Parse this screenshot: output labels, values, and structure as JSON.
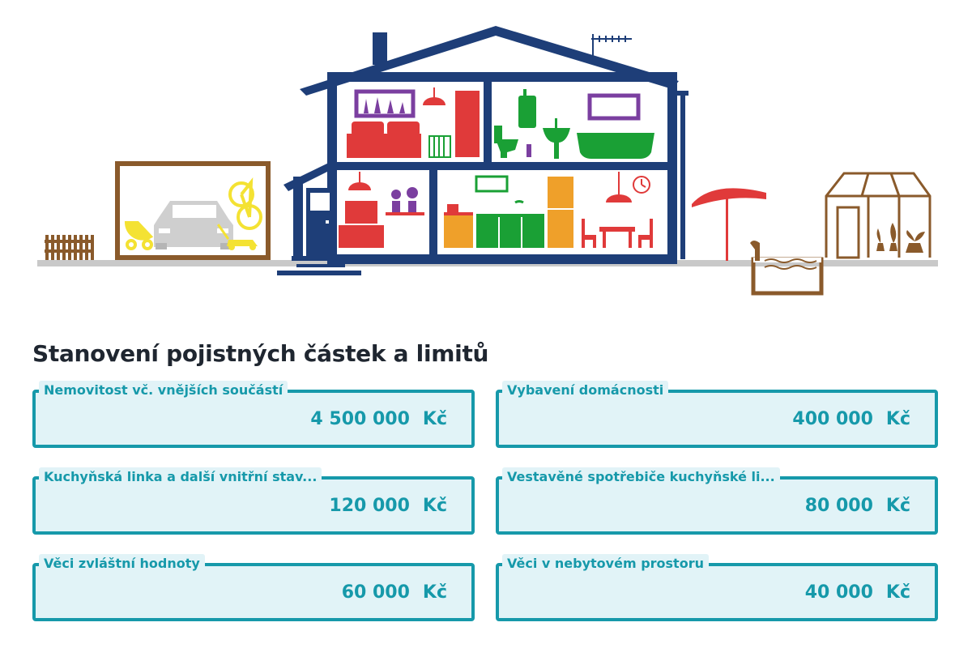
{
  "section": {
    "title": "Stanovení pojistných částek a limitů"
  },
  "fields": [
    {
      "label": "Nemovitost vč. vnějších součástí",
      "value": "4 500 000",
      "unit": "Kč"
    },
    {
      "label": "Vybavení domácnosti",
      "value": "400 000",
      "unit": "Kč"
    },
    {
      "label": "Kuchyňská linka a další vnitřní stav...",
      "value": "120 000",
      "unit": "Kč"
    },
    {
      "label": "Vestavěné spotřebiče kuchyňské li...",
      "value": "80 000",
      "unit": "Kč"
    },
    {
      "label": "Věci zvláštní hodnoty",
      "value": "60 000",
      "unit": "Kč"
    },
    {
      "label": "Věci v nebytovém prostoru",
      "value": "40 000",
      "unit": "Kč"
    }
  ],
  "colors": {
    "accent": "#1699aa",
    "field_background": "#e1f3f7",
    "house": "#1e3e78",
    "red": "#e03a3a",
    "green": "#1aa035",
    "purple": "#7b3fa0",
    "orange": "#efa02a",
    "brown": "#8a5a2b",
    "yellow": "#f4e233"
  },
  "illustration": {
    "icons": [
      "fence-icon",
      "garage-icon",
      "car-icon",
      "bicycle-icon",
      "pram-icon",
      "lawnmower-icon",
      "house-icon",
      "bed-icon",
      "wardrobe-icon",
      "boiler-icon",
      "toilet-icon",
      "sink-icon",
      "bathtub-icon",
      "door-icon",
      "tv-icon",
      "kitchen-icon",
      "fridge-icon",
      "dining-table-icon",
      "clock-icon",
      "umbrella-icon",
      "pool-icon",
      "greenhouse-icon",
      "antenna-icon"
    ]
  }
}
